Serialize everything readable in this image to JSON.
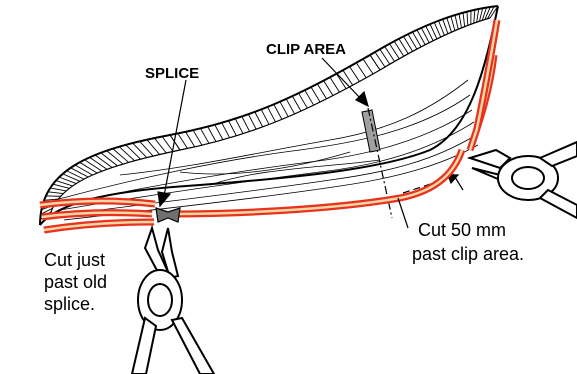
{
  "labels": {
    "clip_area": "CLIP AREA",
    "splice": "SPLICE",
    "cut_past_old_splice": [
      "Cut just",
      "past old",
      "splice."
    ],
    "cut_50mm": [
      "Cut 50 mm",
      "past clip area."
    ]
  },
  "colors": {
    "wire_highlight": "#e8321e",
    "wire_core": "#f6d7a6",
    "clip_band": "#a0a0a0",
    "line": "#000000"
  },
  "icons": [
    "wire-cutter-icon",
    "wire-cutter-icon",
    "splice-connector-icon"
  ]
}
